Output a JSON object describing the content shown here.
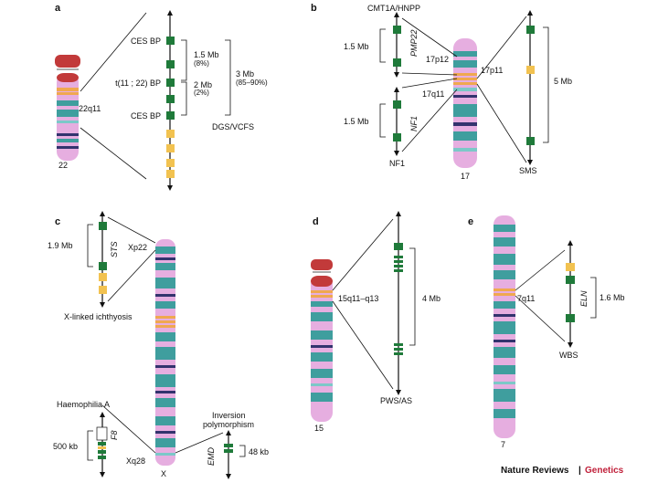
{
  "colors": {
    "chromosome_body": "#e6aee0",
    "band_teal": "#3f9e9e",
    "band_teal_light": "#7cc8c8",
    "band_navy": "#33336e",
    "cap_red": "#c23a3a",
    "band_orange": "#f0a850",
    "gene_green": "#1f7a3a",
    "lcr_yellow": "#f2c250",
    "line": "#111111",
    "credit_red": "#c0203a"
  },
  "panels": {
    "a": {
      "letter": "a",
      "chrom_name": "22",
      "band": "22q11",
      "marks": [
        "CES BP",
        "t(11 ; 22) BP",
        "CES BP"
      ],
      "dist_top": "1.5 Mb",
      "dist_top_pct": "(8%)",
      "dist_mid": "2 Mb",
      "dist_mid_pct": "(2%)",
      "dist_total": "3 Mb",
      "dist_total_pct": "(85–90%)",
      "syndrome": "DGS/VCFS"
    },
    "b": {
      "letter": "b",
      "chrom_name": "17",
      "top_label": "CMT1A/HNPP",
      "gene_top": "PMP22",
      "dist_top": "1.5 Mb",
      "gene_bottom": "NF1",
      "dist_bottom": "1.5 Mb",
      "bottom_label": "NF1",
      "band_p12": "17p12",
      "band_p11": "17p11",
      "band_q11": "17q11",
      "dist_right": "5 Mb",
      "right_label": "SMS"
    },
    "c": {
      "letter": "c",
      "chrom_name": "X",
      "band_p22": "Xp22",
      "band_q28": "Xq28",
      "gene_sts": "STS",
      "dist_sts": "1.9 Mb",
      "sts_label": "X-linked ichthyosis",
      "hemo_label": "Haemophilia A",
      "gene_f8": "F8",
      "dist_f8": "500 kb",
      "inv_label_1": "Inversion",
      "inv_label_2": "polymorphism",
      "gene_emd": "EMD",
      "dist_emd": "48 kb"
    },
    "d": {
      "letter": "d",
      "chrom_name": "15",
      "band": "15q11–q13",
      "dist": "4 Mb",
      "syndrome": "PWS/AS"
    },
    "e": {
      "letter": "e",
      "chrom_name": "7",
      "band": "7q11",
      "gene": "ELN",
      "dist": "1.6 Mb",
      "syndrome": "WBS"
    }
  },
  "credit": {
    "journal": "Nature Reviews",
    "separator": "|",
    "section": "Genetics"
  }
}
